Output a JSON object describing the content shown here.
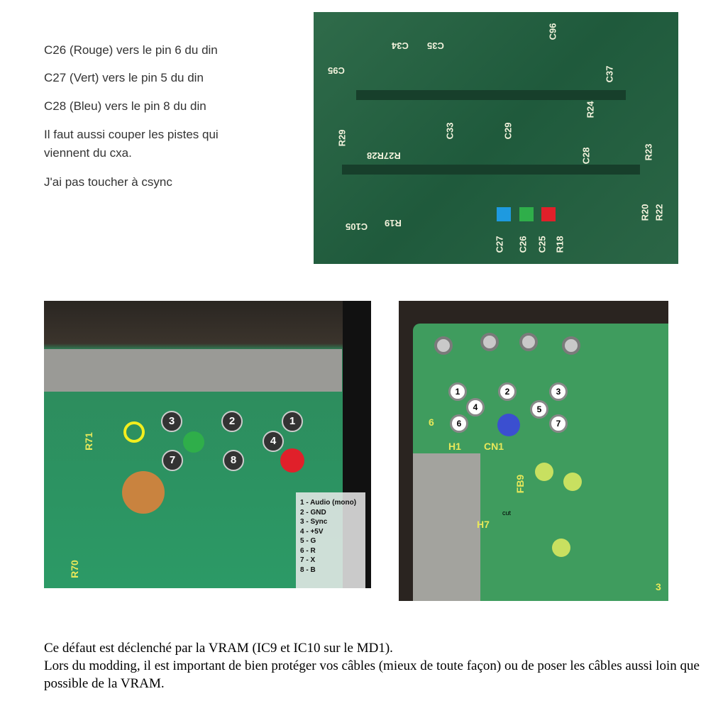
{
  "instructions": [
    "C26 (Rouge) vers le pin 6 du din",
    "C27 (Vert) vers le pin 5 du din",
    "C28 (Bleu) vers le pin 8 du din",
    "Il faut aussi couper les pistes qui viennent du cxa.",
    "J'ai pas toucher à csync"
  ],
  "photo_top": {
    "labels": [
      "C27",
      "C26",
      "C25",
      "R18",
      "C28",
      "R24",
      "R20",
      "R22",
      "R29",
      "R27R28",
      "C33",
      "C29",
      "C34",
      "C35",
      "C95",
      "C96",
      "C37",
      "R23",
      "R19",
      "C105"
    ],
    "markers": {
      "blue": "#1e9ae0",
      "green": "#2fae4a",
      "red": "#e0202a"
    }
  },
  "photo_din": {
    "pins": [
      "1",
      "2",
      "3",
      "4",
      "7",
      "8"
    ],
    "labels": [
      "R71",
      "R70"
    ],
    "legend": [
      "1 - Audio (mono)",
      "2 - GND",
      "3 - Sync",
      "4 - +5V",
      "5 - G",
      "6 - R",
      "7 - X",
      "8 - B"
    ]
  },
  "photo_cn1": {
    "pins": [
      "1",
      "2",
      "3",
      "4",
      "5",
      "6",
      "7"
    ],
    "labels": [
      "H1",
      "CN1",
      "H7",
      "FB9",
      "6",
      "3"
    ],
    "cut_label": "cut"
  },
  "footer": {
    "line1": "Ce défaut est déclenché par la VRAM (IC9 et IC10 sur le MD1).",
    "line2": "Lors du modding, il est important de bien protéger vos câbles (mieux de toute façon) ou de poser les câbles aussi loin que possible de la VRAM."
  }
}
